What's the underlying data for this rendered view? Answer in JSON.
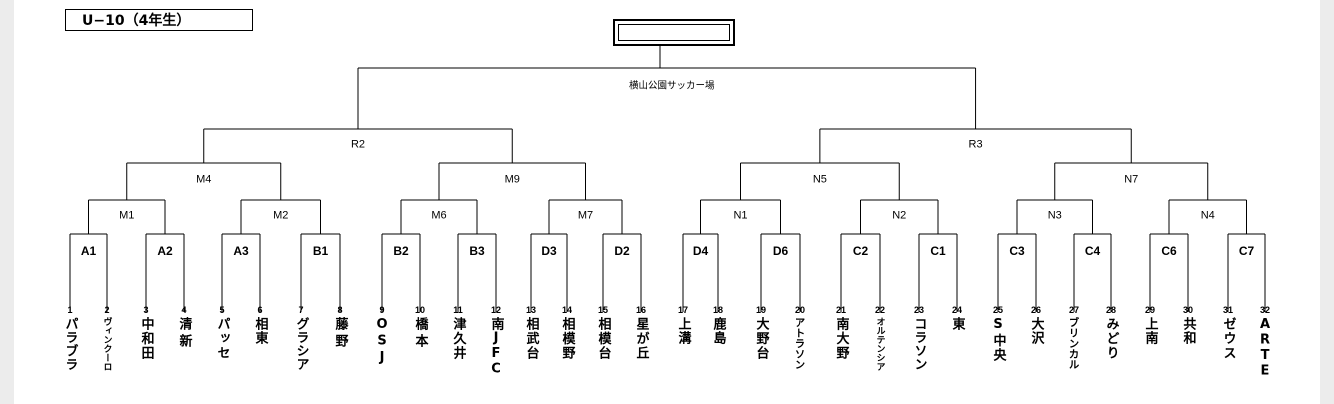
{
  "title": "U−10（4年生）",
  "venue": "横山公園サッカー場",
  "semis": [
    "R2",
    "R3"
  ],
  "quarters": [
    "M4",
    "M9",
    "N5",
    "N7"
  ],
  "round2": [
    "M1",
    "M2",
    "M6",
    "M7",
    "N1",
    "N2",
    "N3",
    "N4"
  ],
  "round1": [
    "A1",
    "A2",
    "A3",
    "B1",
    "B2",
    "B3",
    "D3",
    "D2",
    "D4",
    "D6",
    "C2",
    "C1",
    "C3",
    "C4",
    "C6",
    "C7"
  ],
  "teams": [
    {
      "num": "1",
      "name": [
        "パラブラ"
      ]
    },
    {
      "num": "2",
      "name": [
        "ヴィンクーロ"
      ]
    },
    {
      "num": "3",
      "name": [
        "中和田"
      ]
    },
    {
      "num": "4",
      "name": [
        "清新"
      ]
    },
    {
      "num": "5",
      "name": [
        "パッセ"
      ]
    },
    {
      "num": "6",
      "name": [
        "相東"
      ]
    },
    {
      "num": "7",
      "name": [
        "グラシア"
      ]
    },
    {
      "num": "8",
      "name": [
        "藤野"
      ]
    },
    {
      "num": "9",
      "name": [
        "OSJ"
      ]
    },
    {
      "num": "10",
      "name": [
        "橋本"
      ]
    },
    {
      "num": "11",
      "name": [
        "津久井"
      ]
    },
    {
      "num": "12",
      "name": [
        "南JFC"
      ]
    },
    {
      "num": "13",
      "name": [
        "相武台"
      ]
    },
    {
      "num": "14",
      "name": [
        "相模野"
      ]
    },
    {
      "num": "15",
      "name": [
        "相模台"
      ]
    },
    {
      "num": "16",
      "name": [
        "星が丘"
      ]
    },
    {
      "num": "17",
      "name": [
        "上溝"
      ]
    },
    {
      "num": "18",
      "name": [
        "鹿島"
      ]
    },
    {
      "num": "19",
      "name": [
        "大野台"
      ]
    },
    {
      "num": "20",
      "name": [
        "アトラソン"
      ]
    },
    {
      "num": "21",
      "name": [
        "南大野"
      ]
    },
    {
      "num": "22",
      "name": [
        "オルテンシア"
      ]
    },
    {
      "num": "23",
      "name": [
        "コラソン"
      ]
    },
    {
      "num": "24",
      "name": [
        "東"
      ]
    },
    {
      "num": "25",
      "name": [
        "S中央"
      ]
    },
    {
      "num": "26",
      "name": [
        "大沢"
      ]
    },
    {
      "num": "27",
      "name": [
        "ブリンカル"
      ]
    },
    {
      "num": "28",
      "name": [
        "みどり"
      ]
    },
    {
      "num": "29",
      "name": [
        "上南"
      ]
    },
    {
      "num": "30",
      "name": [
        "共和"
      ]
    },
    {
      "num": "31",
      "name": [
        "ゼウス"
      ]
    },
    {
      "num": "32",
      "name": [
        "ARTE"
      ]
    }
  ]
}
